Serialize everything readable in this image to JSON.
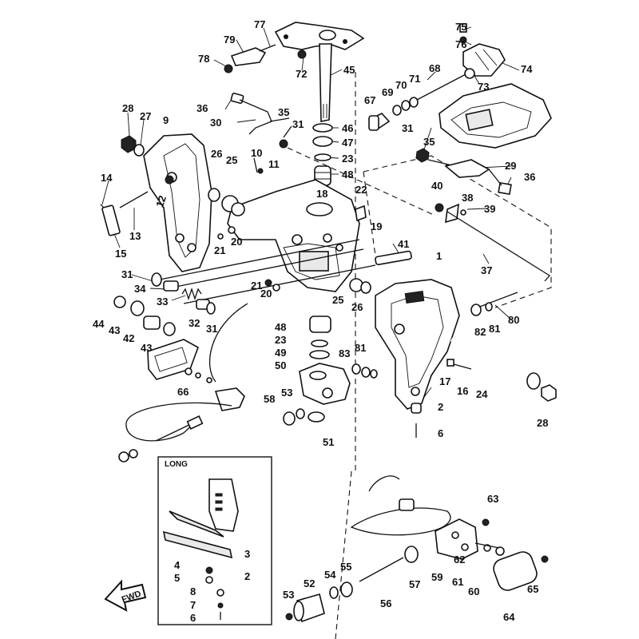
{
  "diagram": {
    "inset_title": "LONG",
    "direction_label": "FWD",
    "callouts": {
      "c77": "77",
      "c79": "79",
      "c78": "78",
      "c72": "72",
      "c45": "45",
      "c75": "75",
      "c76": "76",
      "c74": "74",
      "c68": "68",
      "c71": "71",
      "c70": "70",
      "c69": "69",
      "c67": "67",
      "c73": "73",
      "c28a": "28",
      "c27": "27",
      "c9": "9",
      "c36a": "36",
      "c30": "30",
      "c35a": "35",
      "c31a": "31",
      "c46": "46",
      "c47": "47",
      "c23a": "23",
      "c48a": "48",
      "c26a": "26",
      "c10": "10",
      "c11": "11",
      "c25a": "25",
      "c12": "12",
      "c14": "14",
      "c13": "13",
      "c15": "15",
      "c18": "18",
      "c22": "22",
      "c19": "19",
      "c20a": "20",
      "c21a": "21",
      "c31b": "31",
      "c35b": "35",
      "c29": "29",
      "c36b": "36",
      "c40": "40",
      "c38": "38",
      "c39": "39",
      "c41": "41",
      "c1": "1",
      "c37": "37",
      "c31c": "31",
      "c34": "34",
      "c33": "33",
      "c32": "32",
      "c31d": "31",
      "c44": "44",
      "c43a": "43",
      "c42": "42",
      "c43b": "43",
      "c21b": "21",
      "c20b": "20",
      "c25b": "25",
      "c26b": "26",
      "c80": "80",
      "c82": "82",
      "c81a": "81",
      "c48b": "48",
      "c23b": "23",
      "c49": "49",
      "c50": "50",
      "c83": "83",
      "c81b": "81",
      "c17": "17",
      "c16": "16",
      "c24": "24",
      "c66": "66",
      "c58": "58",
      "c53a": "53",
      "c51": "51",
      "c2a": "2",
      "c6a": "6",
      "c28b": "28",
      "c63": "63",
      "c62": "62",
      "c59": "59",
      "c61": "61",
      "c60": "60",
      "c65": "65",
      "c64": "64",
      "c3": "3",
      "c4": "4",
      "c5": "5",
      "c2b": "2",
      "c8": "8",
      "c7": "7",
      "c6b": "6",
      "c53b": "53",
      "c52": "52",
      "c54": "54",
      "c55": "55",
      "c56": "56",
      "c57": "57"
    }
  }
}
